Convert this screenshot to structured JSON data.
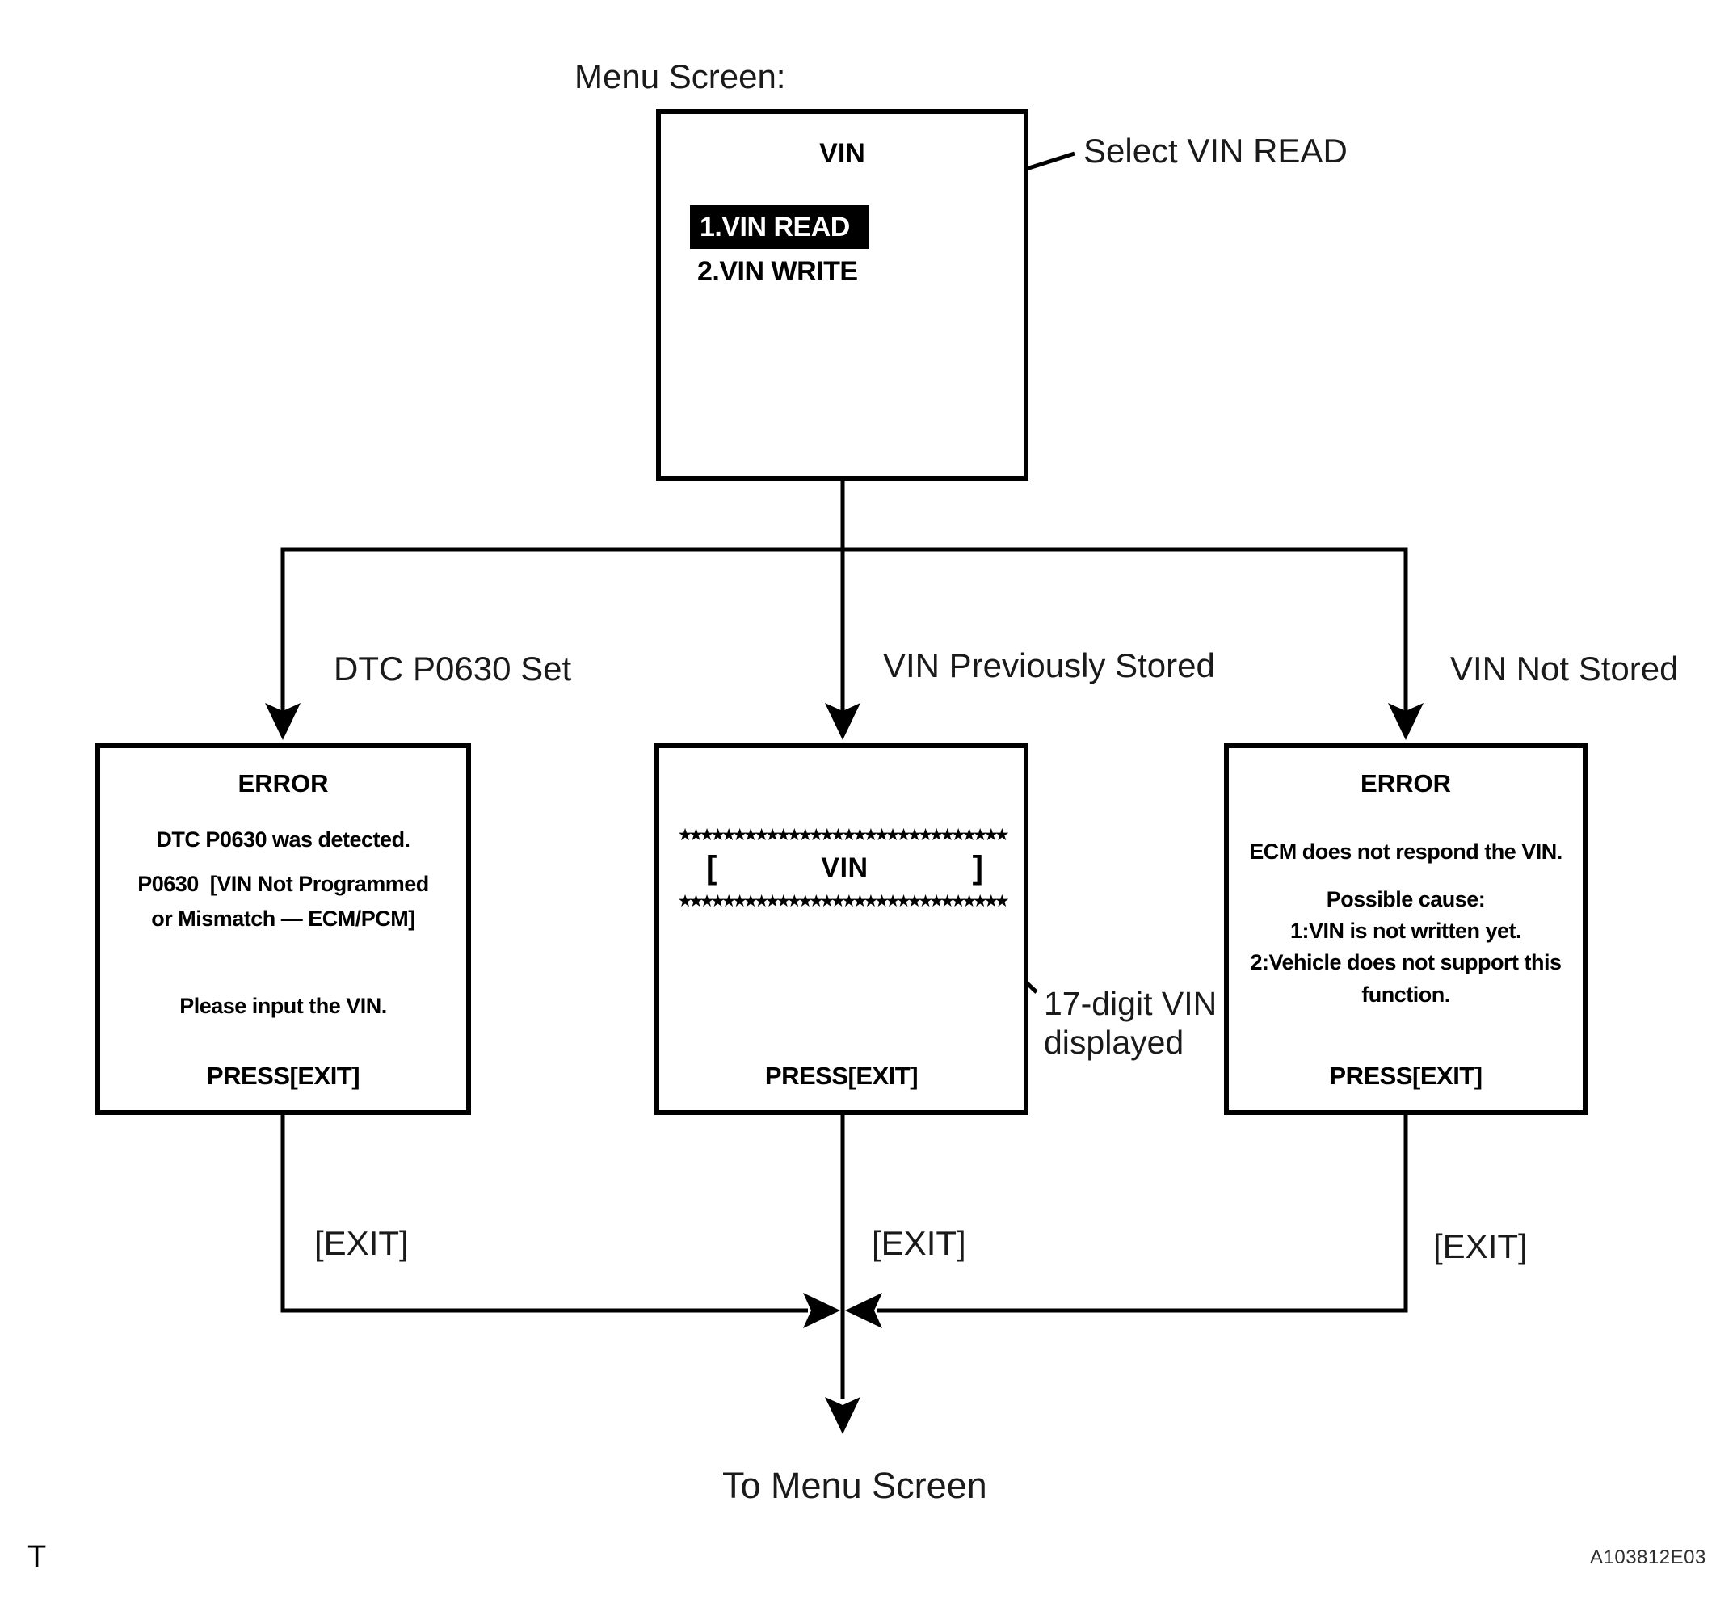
{
  "labels": {
    "menu_screen": "Menu Screen:",
    "select_vin_read": "Select VIN READ",
    "branch_left": "DTC P0630 Set",
    "branch_middle": "VIN Previously Stored",
    "branch_right": "VIN Not Stored",
    "exit_left": "[EXIT]",
    "exit_middle": "[EXIT]",
    "exit_right": "[EXIT]",
    "to_menu_screen": "To Menu Screen",
    "vin_callout_line1": "17-digit VIN",
    "vin_callout_line2": "displayed",
    "footer_left": "T",
    "footer_right": "A103812E03"
  },
  "menu_box": {
    "title": "VIN",
    "item_selected": "1.VIN READ",
    "item_second": "2.VIN WRITE"
  },
  "error_box_left": {
    "title": "ERROR",
    "line1": "DTC P0630 was detected.",
    "line2": "P0630  [VIN Not Programmed",
    "line3": "or Mismatch — ECM/PCM]",
    "line4": "Please input the VIN.",
    "press": "PRESS[EXIT]"
  },
  "vin_box": {
    "stars_top": "★★★★★★★★★★★★★★★★★★★★★★★★★★★★★★",
    "bracket_open": "[",
    "title": "VIN",
    "bracket_close": "]",
    "stars_bottom": "★★★★★★★★★★★★★★★★★★★★★★★★★★★★★★",
    "press": "PRESS[EXIT]"
  },
  "error_box_right": {
    "title": "ERROR",
    "line1": "ECM does not respond the VIN.",
    "line2": "Possible cause:",
    "line3": "1:VIN is not written yet.",
    "line4": "2:Vehicle does not support this",
    "line5": "function.",
    "press": "PRESS[EXIT]"
  },
  "colors": {
    "ink": "#000000",
    "background": "#ffffff",
    "highlight_bg": "#000000",
    "highlight_text": "#ffffff",
    "ref_code": "#2e2e2e"
  }
}
